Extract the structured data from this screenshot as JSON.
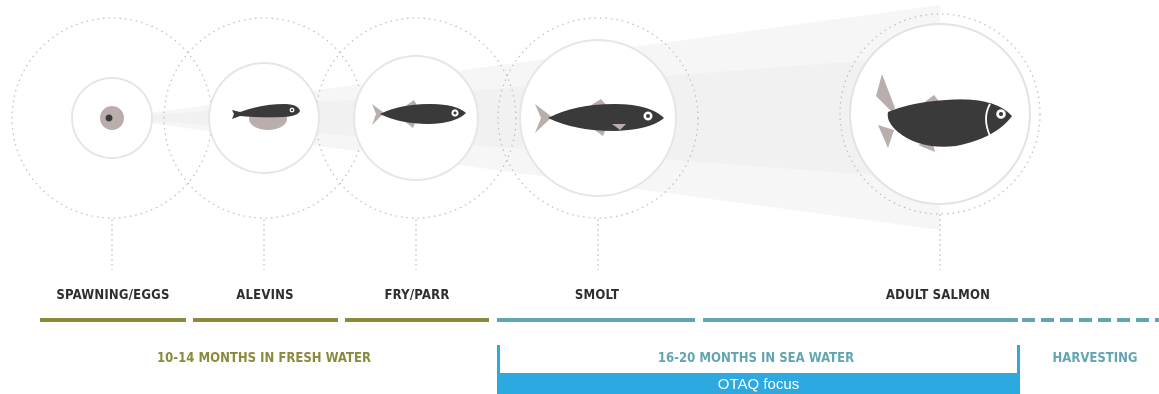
{
  "stages": [
    {
      "id": "eggs",
      "label": "SPAWNING/EGGS"
    },
    {
      "id": "alevins",
      "label": "ALEVINS"
    },
    {
      "id": "fry",
      "label": "FRY/PARR"
    },
    {
      "id": "smolt",
      "label": "SMOLT"
    },
    {
      "id": "adult",
      "label": "ADULT SALMON"
    }
  ],
  "phases": {
    "fresh_water": "10-14 MONTHS IN FRESH WATER",
    "sea_water": "16-20 MONTHS IN SEA WATER",
    "harvesting": "HARVESTING"
  },
  "focus": {
    "label": "OTAQ focus"
  },
  "colors": {
    "fresh": "#8a8a3a",
    "sea": "#62a5b2",
    "focus": "#2ba9e0",
    "fish": "#3a3a3a",
    "fin": "#b5aaa7",
    "cone": "#efefef"
  },
  "icons": [
    "egg-icon",
    "alevin-fish-icon",
    "fry-fish-icon",
    "smolt-fish-icon",
    "adult-salmon-icon"
  ]
}
